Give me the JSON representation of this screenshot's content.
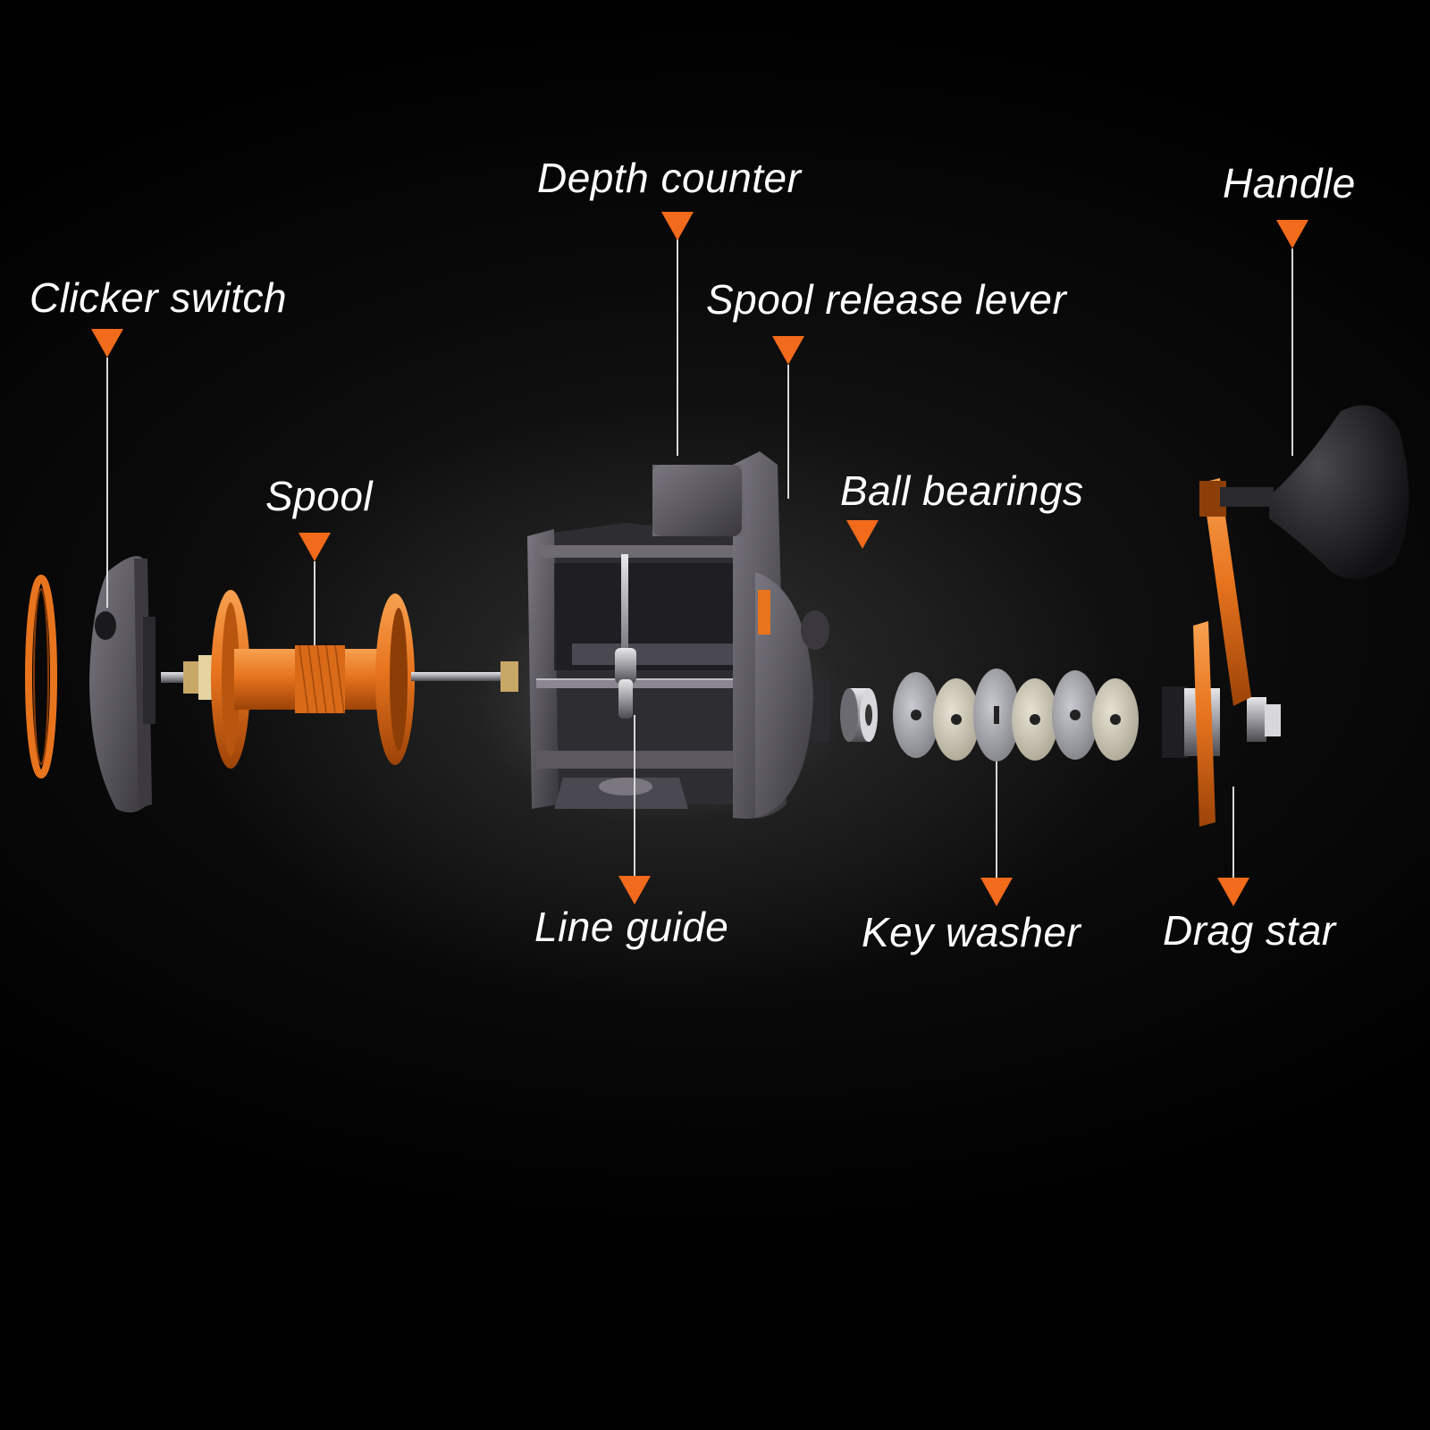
{
  "colors": {
    "accent": "#f26a1b",
    "label_text": "#ffffff",
    "leader_line": "#d8d8d8",
    "reel_body": "#5b5860",
    "spool_orange": "#e8741e"
  },
  "labels": {
    "depth_counter": "Depth counter",
    "handle": "Handle",
    "clicker_switch": "Clicker switch",
    "spool_release_lever": "Spool release lever",
    "spool": "Spool",
    "ball_bearings": "Ball bearings",
    "line_guide": "Line guide",
    "key_washer": "Key washer",
    "drag_star": "Drag star"
  }
}
